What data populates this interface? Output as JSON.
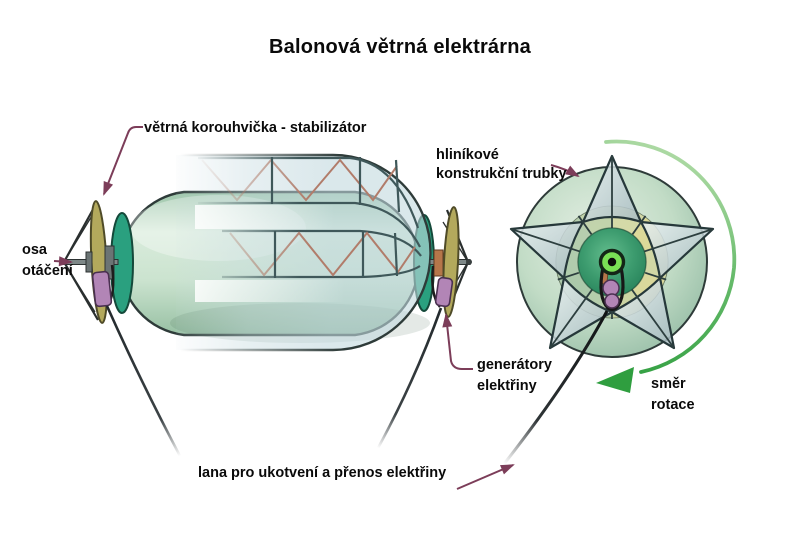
{
  "title": "Balonová větrná elektrárna",
  "labels": {
    "vane": "větrná korouhvička - stabilizátor",
    "tubes": {
      "line1": "hliníkové",
      "line2": "konstrukční trubky"
    },
    "axis": {
      "line1": "osa",
      "line2": "otáčení"
    },
    "generators": {
      "line1": "generátory",
      "line2": "elektřiny"
    },
    "rotation": {
      "line1": "směr",
      "line2": "rotace"
    },
    "ropes": "lana pro ukotvení a přenos elektřiny"
  },
  "icons": {
    "leader_arrow": "small-maroon-pointer-arrow",
    "rotation_arrow": "curved-green-rotation-arrow"
  },
  "colors": {
    "background": "#ffffff",
    "text": "#0a0a0a",
    "leader_arrow": "#7c3d59",
    "rotation_arrow": "#2f9e3f",
    "balloon_green": "#a9cdb4",
    "envelope_blue": "#c6dbe0",
    "truss_rail": "#3f585a",
    "truss_tube": "#b17c6a",
    "vane_khaki": "#b3a95c",
    "generator_purple": "#b285b6",
    "nose_cap_teal": "#2aa07f",
    "hub_green": "#79df55",
    "rope_dark": "#23292c"
  }
}
